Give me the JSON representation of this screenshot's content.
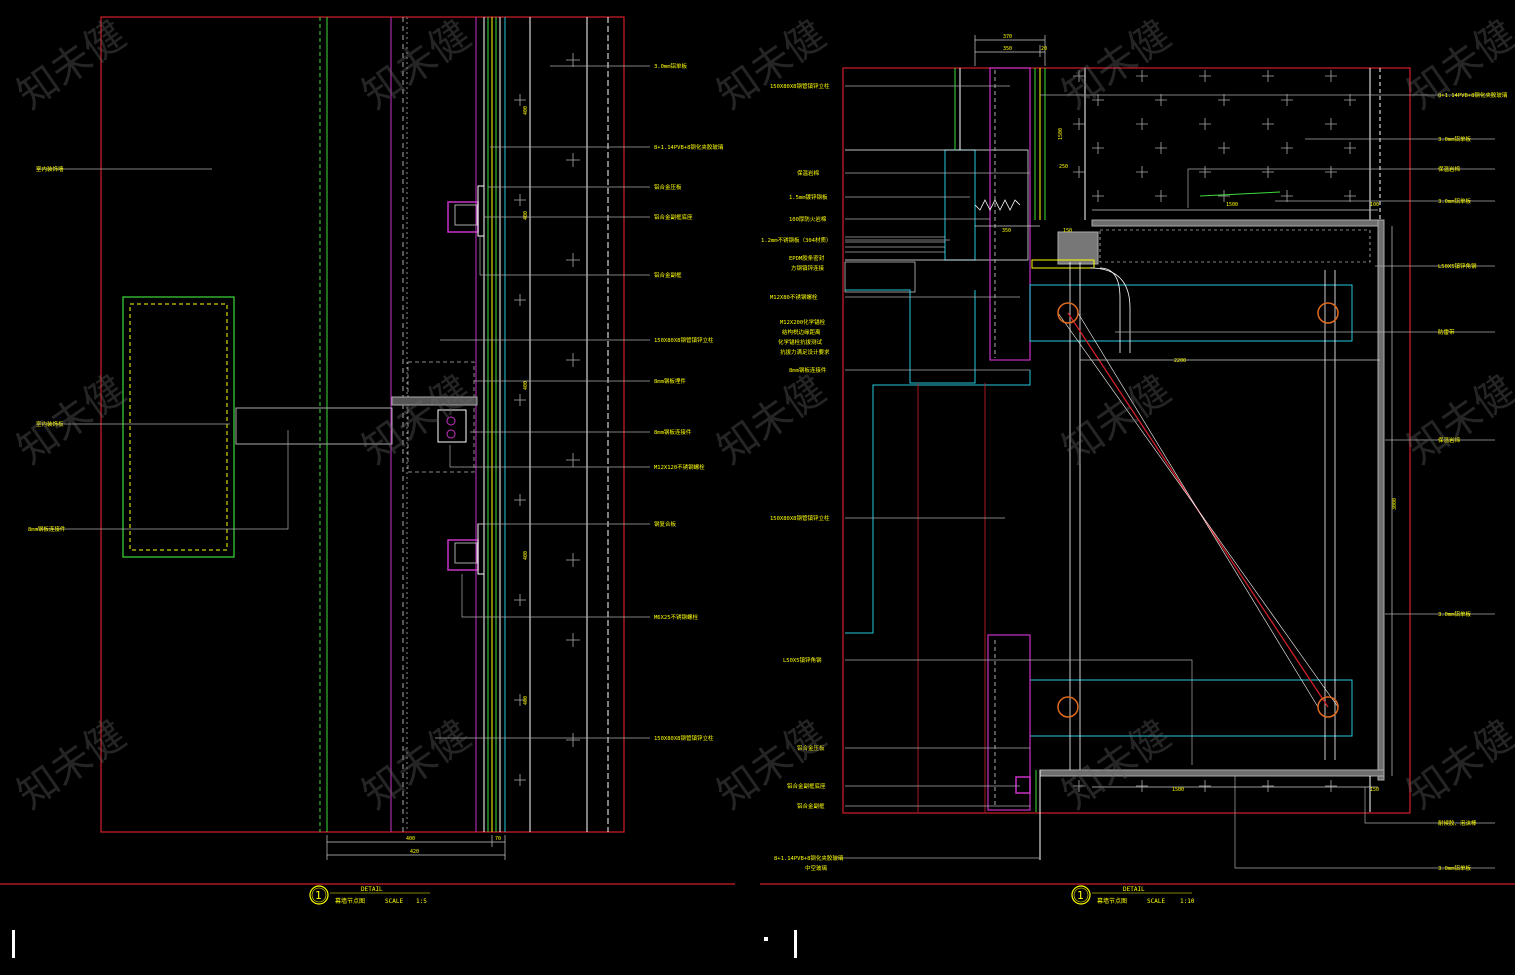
{
  "colors": {
    "background": "#000000",
    "frame": "#d21e2a",
    "label": "#ffff00",
    "green": "#3cdc3c",
    "magenta": "#c832c8",
    "cyan": "#28c8dc",
    "white": "#d8d8d8",
    "grey": "#8a8a8a"
  },
  "watermark": "知未健",
  "left_detail": {
    "labels": [
      "3.0mm铝单板",
      "室内装饰墙",
      "8+1.14PVB+8钢化夹胶玻璃",
      "铝合金压板",
      "铝合金副框底座",
      "铝合金副框",
      "150X80X8钢管镇锌立柱",
      "8mm钢板埋件",
      "8mm钢板连接件",
      "M12X120不锈钢螺栓",
      "室内装饰板",
      "钢复合板",
      "8mm钢板连接件",
      "M6X25不锈钢螺栓",
      "150X80X8钢管镇锌立柱"
    ],
    "dims": [
      "400",
      "420",
      "70",
      "400",
      "400",
      "400",
      "400",
      "400"
    ],
    "title_en": "DETAIL",
    "title_cn": "幕墙节点图",
    "scale_label": "SCALE",
    "scale": "1:5",
    "number": "1"
  },
  "right_detail": {
    "labels": [
      "150X80X8钢管镇锌立柱",
      "保温岩棉",
      "1.5mm镀锌钢板",
      "100厚防火岩棉",
      "1.2mm不锈钢板（304材质）",
      "EPDM胶条密封",
      "方钢镇锌连接",
      "M12X80不锈钢螺栓",
      "M12X200化学锚栓",
      "结构棁边缘距离",
      "化学锚栓抗拔测试",
      "抗拔力满足设计要求",
      "8mm钢板连接件",
      "150X80X8钢管镇锌立柱",
      "L50X5镇锌角钢",
      "铝合金压板",
      "铝合金副框底座",
      "铝合金副框",
      "8+1.14PVB+8钢化夹胶玻璃",
      "中空玻璃",
      "8+1.14PVB+8钢化夹胶玻璃",
      "3.0mm铝单板",
      "保温岩棉",
      "3.0mm铝单板",
      "L50X5镇锌角钢",
      "防雷带",
      "保温岩棉",
      "3.0mm铝单板",
      "耐候胶、泡沫棒",
      "3.0mm铝单板"
    ],
    "dims": [
      "370",
      "350",
      "20",
      "350",
      "150",
      "250",
      "1500",
      "1500",
      "100",
      "2200",
      "3000",
      "1500",
      "150"
    ],
    "title_en": "DETAIL",
    "title_cn": "幕墙节点图",
    "scale_label": "SCALE",
    "scale": "1:10",
    "number": "1"
  }
}
